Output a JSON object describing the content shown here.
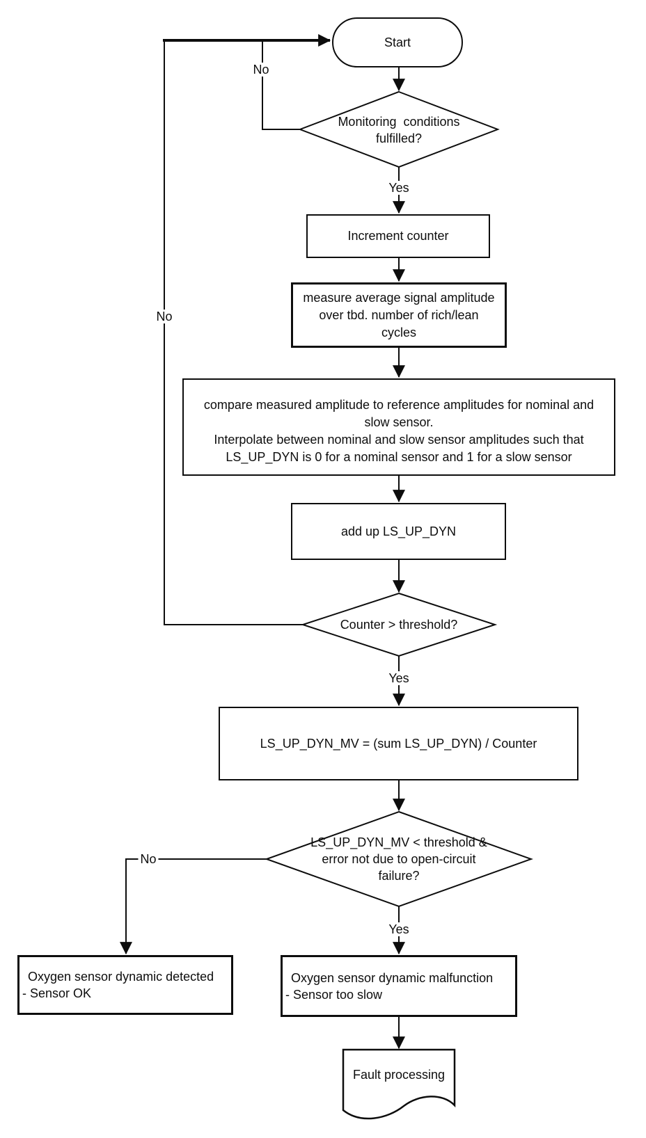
{
  "colors": {
    "ink": "#0d0d0d",
    "bg": "#ffffff"
  },
  "nodes": {
    "start": "Start",
    "monitoring": "Monitoring  conditions\nfulfilled?",
    "increment": "Increment counter",
    "measure": "measure average signal amplitude\nover tbd. number of rich/lean\ncycles",
    "compare": "compare measured amplitude to reference amplitudes for nominal and\nslow sensor.\nInterpolate between nominal and slow sensor amplitudes such that\nLS_UP_DYN is 0 for a nominal sensor and 1 for a slow sensor",
    "addup": "add up LS_UP_DYN",
    "counter_check": "Counter > threshold?",
    "mv_calc": "LS_UP_DYN_MV = (sum LS_UP_DYN) / Counter",
    "mv_check": "LS_UP_DYN_MV < threshold &\nerror not due to open-circuit\nfailure?",
    "sensor_ok": "Oxygen sensor dynamic detected\n- Sensor OK",
    "sensor_slow": "Oxygen sensor dynamic malfunction\n- Sensor too slow",
    "fault": "Fault processing"
  },
  "labels": {
    "yes_monitoring": "Yes",
    "yes_counter": "Yes",
    "yes_mv": "Yes",
    "no_monitoring": "No",
    "no_counter": "No",
    "no_mv": "No"
  }
}
